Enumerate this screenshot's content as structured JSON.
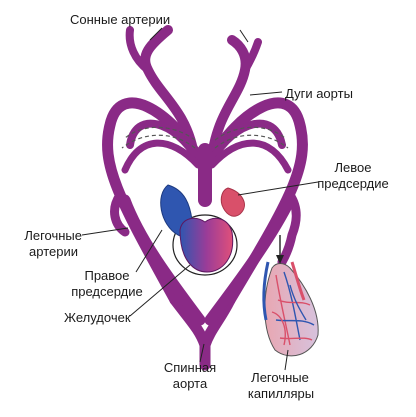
{
  "labels": {
    "carotid": "Сонные артерии",
    "aortic_arches": "Дуги аорты",
    "left_atrium_1": "Левое",
    "left_atrium_2": "предсердие",
    "pulmonary_arteries_1": "Легочные",
    "pulmonary_arteries_2": "артерии",
    "right_atrium_1": "Правое",
    "right_atrium_2": "предсердие",
    "ventricle": "Желудочек",
    "dorsal_aorta_1": "Спинная",
    "dorsal_aorta_2": "аорта",
    "lung_capillaries_1": "Легочные",
    "lung_capillaries_2": "капилляры"
  },
  "colors": {
    "artery": "#8a2a86",
    "artery_dark": "#5e1760",
    "vein": "#2f56b0",
    "oxygenated": "#d9506a",
    "ventricle_mid": "#a23b8f",
    "leader": "#222222"
  }
}
